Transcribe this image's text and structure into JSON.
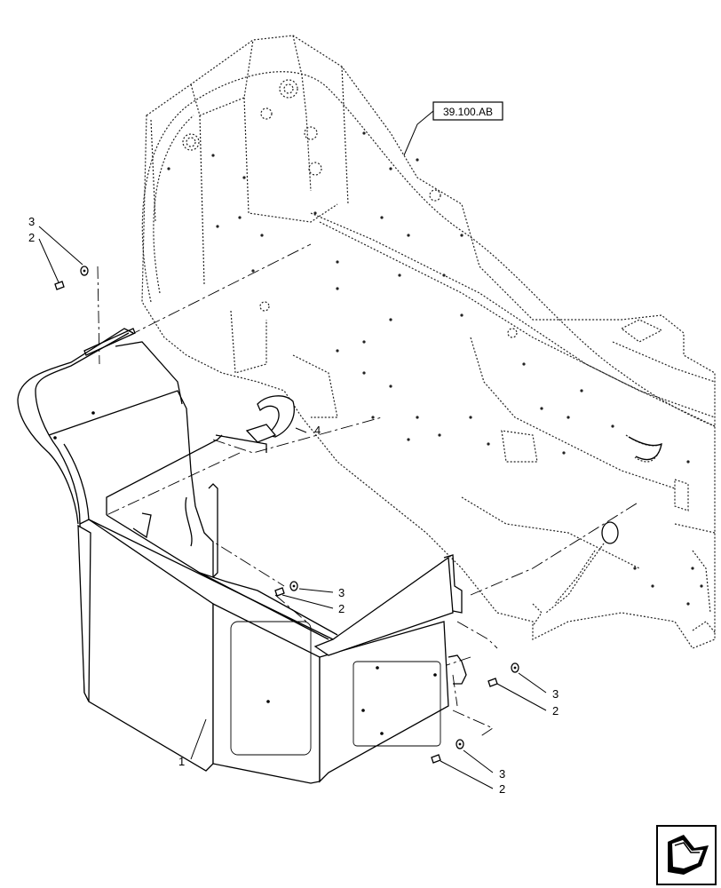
{
  "reference_label": "39.100.AB",
  "callouts": {
    "c1": "1",
    "c2a": "2",
    "c3a": "3",
    "c2b": "2",
    "c3b": "3",
    "c2c": "2",
    "c3c": "3",
    "c2d": "2",
    "c3d": "3",
    "c4": "4"
  },
  "nav_icon": "next-page-arrow-icon"
}
